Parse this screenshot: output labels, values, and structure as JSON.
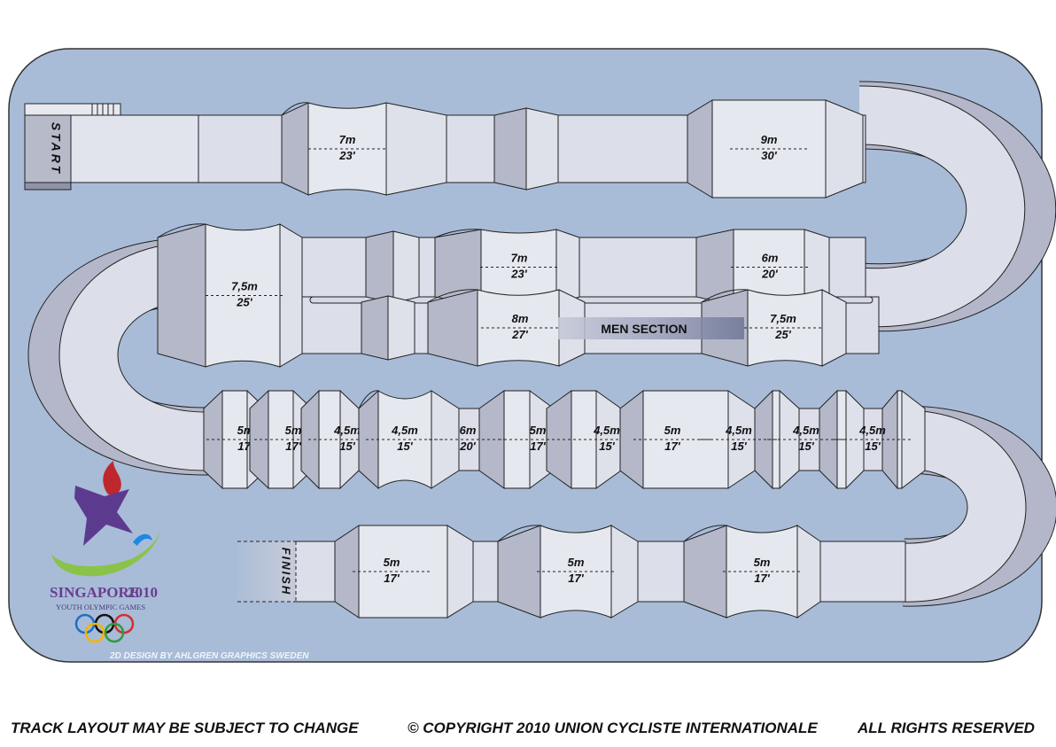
{
  "track": {
    "start_label": "START",
    "finish_label": "FINISH",
    "men_section_label": "MEN SECTION",
    "credit": "2D DESIGN BY AHLGREN GRAPHICS SWEDEN",
    "obstacles": [
      {
        "id": "o1",
        "m": "7m",
        "ft": "23'"
      },
      {
        "id": "o2",
        "m": "9m",
        "ft": "30'"
      },
      {
        "id": "o3",
        "m": "7,5m",
        "ft": "25'"
      },
      {
        "id": "o4",
        "m": "7m",
        "ft": "23'"
      },
      {
        "id": "o5",
        "m": "6m",
        "ft": "20'"
      },
      {
        "id": "o6",
        "m": "8m",
        "ft": "27'"
      },
      {
        "id": "o7",
        "m": "7,5m",
        "ft": "25'"
      },
      {
        "id": "o8",
        "m": "5m",
        "ft": "17'"
      },
      {
        "id": "o9",
        "m": "5m",
        "ft": "17'"
      },
      {
        "id": "o10",
        "m": "4,5m",
        "ft": "15'"
      },
      {
        "id": "o11",
        "m": "4,5m",
        "ft": "15'"
      },
      {
        "id": "o12",
        "m": "6m",
        "ft": "20'"
      },
      {
        "id": "o13",
        "m": "5m",
        "ft": "17'"
      },
      {
        "id": "o14",
        "m": "4,5m",
        "ft": "15'"
      },
      {
        "id": "o15",
        "m": "5m",
        "ft": "17'"
      },
      {
        "id": "o16",
        "m": "4,5m",
        "ft": "15'"
      },
      {
        "id": "o17",
        "m": "4,5m",
        "ft": "15'"
      },
      {
        "id": "o18",
        "m": "4,5m",
        "ft": "15'"
      },
      {
        "id": "o19",
        "m": "5m",
        "ft": "17'"
      },
      {
        "id": "o20",
        "m": "5m",
        "ft": "17'"
      },
      {
        "id": "o21",
        "m": "5m",
        "ft": "17'"
      }
    ]
  },
  "logo": {
    "city": "SINGAPORE",
    "year": "2010",
    "subtitle": "YOUTH OLYMPIC GAMES"
  },
  "footer": {
    "left": "TRACK LAYOUT MAY BE SUBJECT TO CHANGE",
    "middle": "© COPYRIGHT 2010 UNION CYCLISTE INTERNATIONALE",
    "right": "ALL RIGHTS RESERVED"
  },
  "colors": {
    "background": "#a8bcd8",
    "track": "#dcdee9",
    "track_shadow": "#b4b7c9",
    "dark_face": "#b4b8c8",
    "light_face": "#e3e5ee"
  }
}
